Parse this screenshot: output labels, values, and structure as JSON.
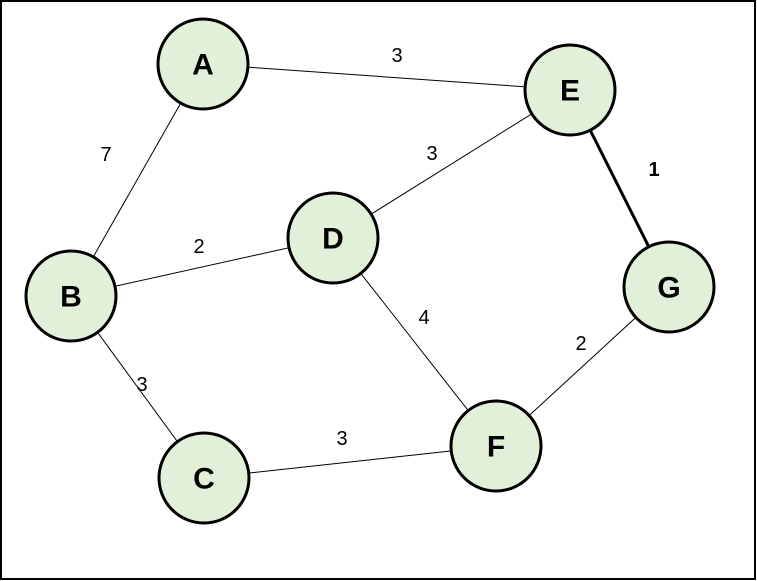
{
  "graph": {
    "colors": {
      "node_fill": "#e2efd9",
      "node_stroke": "#000000",
      "edge": "#000000",
      "highlight": "#ff0000"
    },
    "nodes": [
      {
        "id": "A",
        "label": "A"
      },
      {
        "id": "B",
        "label": "B"
      },
      {
        "id": "C",
        "label": "C"
      },
      {
        "id": "D",
        "label": "D"
      },
      {
        "id": "E",
        "label": "E"
      },
      {
        "id": "F",
        "label": "F"
      },
      {
        "id": "G",
        "label": "G"
      }
    ],
    "edges": [
      {
        "from": "A",
        "to": "E",
        "weight": "3",
        "highlighted": false
      },
      {
        "from": "A",
        "to": "B",
        "weight": "7",
        "highlighted": false
      },
      {
        "from": "B",
        "to": "D",
        "weight": "2",
        "highlighted": false
      },
      {
        "from": "D",
        "to": "E",
        "weight": "3",
        "highlighted": false
      },
      {
        "from": "E",
        "to": "G",
        "weight": "1",
        "highlighted": true
      },
      {
        "from": "B",
        "to": "C",
        "weight": "3",
        "highlighted": false
      },
      {
        "from": "D",
        "to": "F",
        "weight": "4",
        "highlighted": false
      },
      {
        "from": "C",
        "to": "F",
        "weight": "3",
        "highlighted": false
      },
      {
        "from": "F",
        "to": "G",
        "weight": "2",
        "highlighted": false
      }
    ]
  }
}
